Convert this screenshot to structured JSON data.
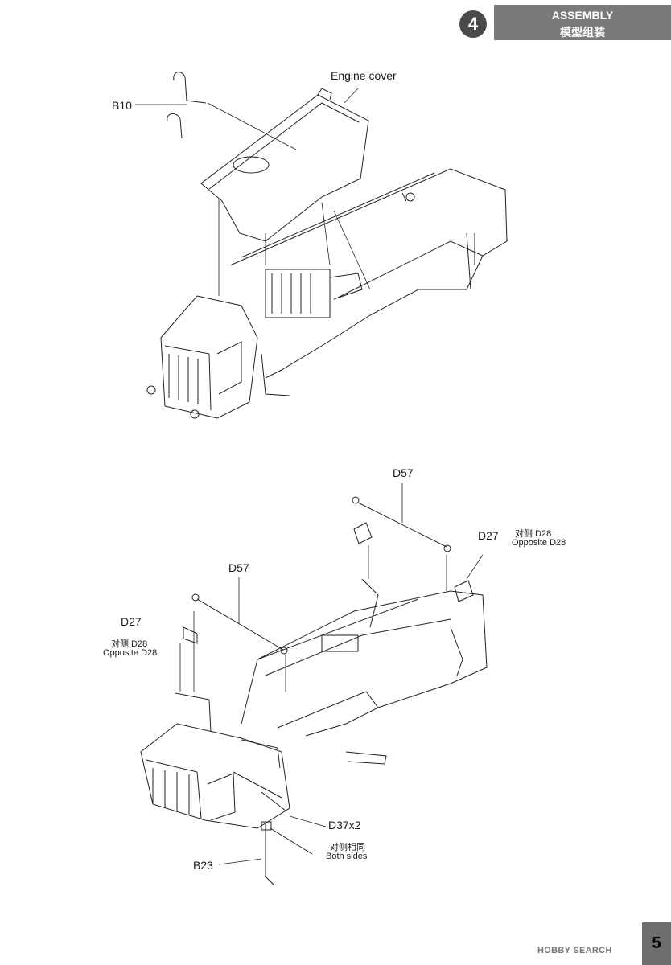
{
  "header": {
    "step_number": "4",
    "title_en": "ASSEMBLY",
    "title_cn": "模型组装"
  },
  "diagram1": {
    "label_b10": "B10",
    "label_engine_cover": "Engine cover"
  },
  "diagram2": {
    "label_d57_top": "D57",
    "label_d57_left": "D57",
    "label_d27_right": "D27",
    "label_opp_cn_right": "对侧 D28",
    "label_opp_en_right": "Opposite D28",
    "label_d27_left": "D27",
    "label_opp_cn_left": "对侧 D28",
    "label_opp_en_left": "Opposite D28",
    "label_d37": "D37x2",
    "label_both_cn": "对侧相同",
    "label_both_en": "Both sides",
    "label_b23": "B23"
  },
  "footer": {
    "page_number": "5",
    "watermark": "HOBBY SEARCH"
  }
}
